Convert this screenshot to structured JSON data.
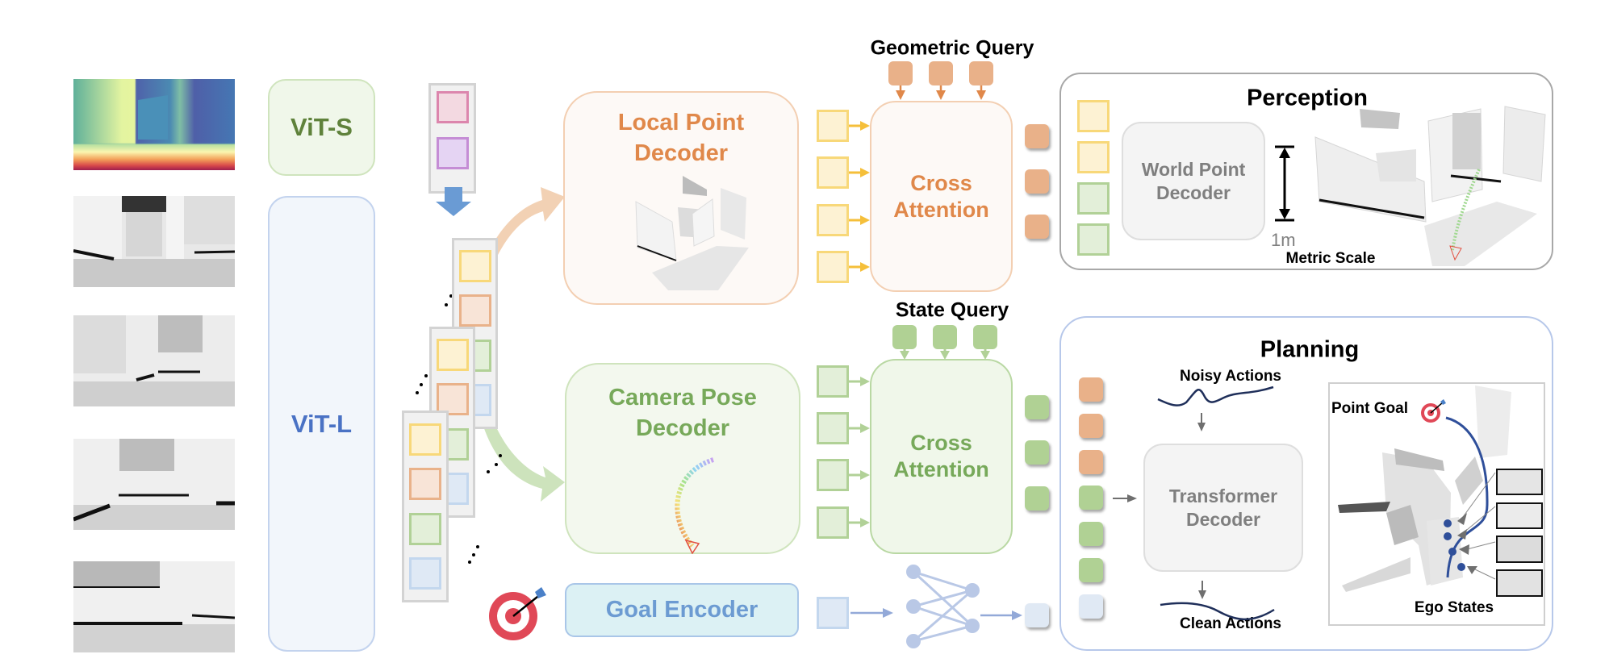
{
  "encoders": {
    "vit_s": "ViT-S",
    "vit_l": "ViT-L"
  },
  "inputs": {
    "frames": [
      {
        "kind": "depth-map"
      },
      {
        "kind": "rgb-frame"
      },
      {
        "kind": "rgb-frame"
      },
      {
        "kind": "rgb-frame"
      },
      {
        "kind": "rgb-frame"
      }
    ]
  },
  "decoders": {
    "local_point": [
      "Local Point",
      "Decoder"
    ],
    "camera_pose": [
      "Camera Pose",
      "Decoder"
    ],
    "goal_encoder": "Goal Encoder"
  },
  "queries": {
    "geometric": "Geometric Query",
    "state": "State Query"
  },
  "cross_attention": [
    "Cross",
    "Attention"
  ],
  "perception": {
    "title": "Perception",
    "world_point_decoder": [
      "World Point",
      "Decoder"
    ],
    "scale_label": "1m",
    "metric_scale": "Metric Scale"
  },
  "planning": {
    "title": "Planning",
    "noisy_actions": "Noisy Actions",
    "clean_actions": "Clean Actions",
    "transformer_decoder": [
      "Transformer",
      "Decoder"
    ],
    "point_goal": "Point Goal",
    "ego_states": "Ego States"
  },
  "colors": {
    "orange_text": "#e0884a",
    "green_text": "#77a95a",
    "blue_text": "#6c9bd2",
    "vit_s_text": "#5f823b",
    "vit_l_text": "#4a72c4",
    "gray_text": "#7f7f7f",
    "target_red": "#e24a5a",
    "trajectory": "#2f4f9a"
  }
}
